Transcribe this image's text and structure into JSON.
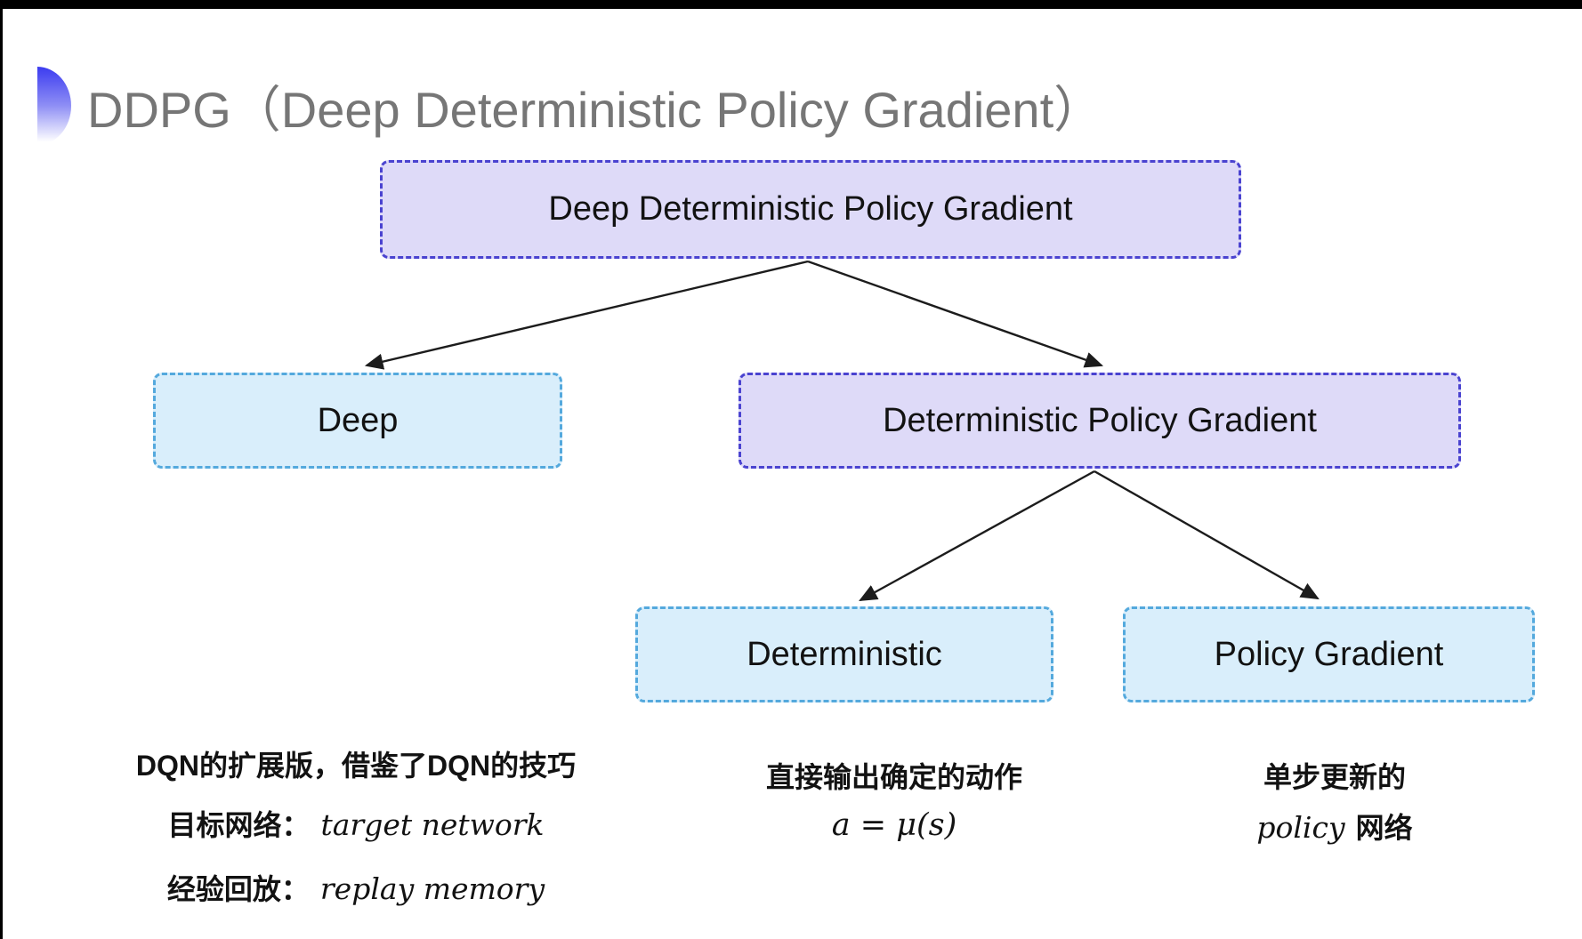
{
  "header": {
    "title": "DDPG（Deep Deterministic Policy Gradient）"
  },
  "tree": {
    "root": {
      "label": "Deep Deterministic Policy Gradient"
    },
    "children": [
      {
        "label": "Deep"
      },
      {
        "label": "Deterministic Policy Gradient"
      }
    ],
    "grandchildren": [
      {
        "label": "Deterministic"
      },
      {
        "label": "Policy Gradient"
      }
    ]
  },
  "annotations": {
    "deep_notes": {
      "line1": "DQN的扩展版，借鉴了DQN的技巧",
      "target_label": "目标网络：",
      "target_value": "target network",
      "replay_label": "经验回放：",
      "replay_value": "replay memory"
    },
    "deterministic_notes": {
      "line1": "直接输出确定的动作",
      "formula": "a = μ(s)"
    },
    "policy_notes": {
      "line1": "单步更新的",
      "word_en": "policy",
      "word_cn": "网络"
    }
  },
  "colors": {
    "purple-fill": "#dedaf8",
    "purple-border": "#4a43d0",
    "cyan-fill": "#d9eefb",
    "cyan-border": "#54a9dd",
    "arrow": "#1c1c1c",
    "title": "#767676",
    "text": "#121212",
    "bullet-top": "#3b3bf0",
    "bullet-bottom": "#ffffff"
  }
}
